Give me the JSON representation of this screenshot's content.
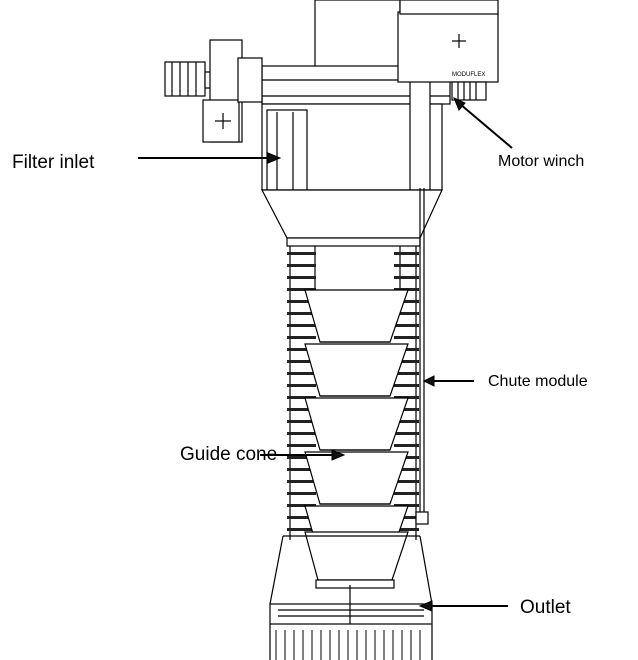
{
  "labels": {
    "filter_inlet": "Filter inlet",
    "motor_winch": "Motor winch",
    "chute_module": "Chute module",
    "guide_cone": "Guide cone",
    "outlet": "Outlet"
  },
  "motor_brand": "MODUFLEX"
}
